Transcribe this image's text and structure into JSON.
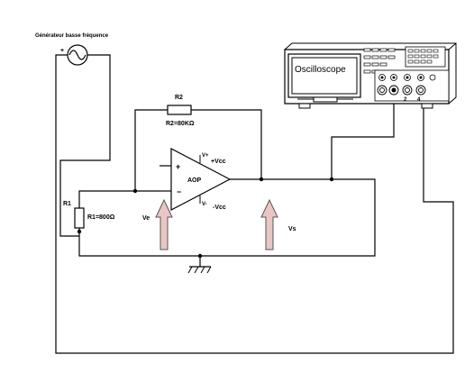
{
  "generator": {
    "label": "Générateur basse fréquence",
    "plus": "+"
  },
  "r1": {
    "name": "R1",
    "value": "R1=800Ω"
  },
  "r2": {
    "name": "R2",
    "value": "R2=80KΩ"
  },
  "opamp": {
    "name": "AOP",
    "plus": "+",
    "minus": "−",
    "vplus": "V+",
    "vminus": "V-",
    "vcc_pos": "+Vcc",
    "vcc_neg": "-Vcc"
  },
  "voltages": {
    "ve": "Ve",
    "vs": "Vs"
  },
  "oscilloscope": {
    "title": "Oscilloscope",
    "ch2": "2",
    "ch4": "4"
  },
  "colors": {
    "arrow_fill": "#e9c6c3",
    "arrow_stroke": "#555555",
    "wire": "#000000",
    "screen": "#ffffff"
  }
}
